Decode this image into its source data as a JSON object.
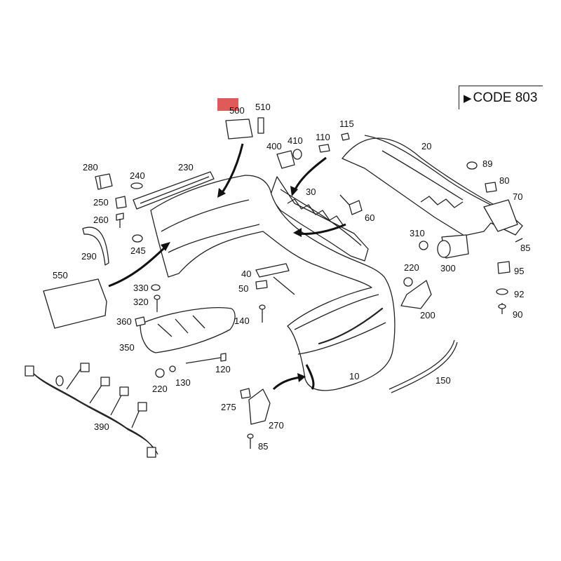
{
  "code_box": {
    "arrow": "▶",
    "text": "CODE 803"
  },
  "highlight_color": "#e05a5a",
  "labels": {
    "p500": "500",
    "p510": "510",
    "p115": "115",
    "p410": "410",
    "p110": "110",
    "p400": "400",
    "p20": "20",
    "p280": "280",
    "p240": "240",
    "p230": "230",
    "p89": "89",
    "p80": "80",
    "p30": "30",
    "p70": "70",
    "p250": "250",
    "p260": "260",
    "p60": "60",
    "p310": "310",
    "p290": "290",
    "p245": "245",
    "p85a": "85",
    "p300": "300",
    "p550": "550",
    "p40": "40",
    "p220a": "220",
    "p95": "95",
    "p50": "50",
    "p330": "330",
    "p92": "92",
    "p320": "320",
    "p200": "200",
    "p90": "90",
    "p360": "360",
    "p140": "140",
    "p350": "350",
    "p120": "120",
    "p10": "10",
    "p220b": "220",
    "p130": "130",
    "p150": "150",
    "p390": "390",
    "p275": "275",
    "p270": "270",
    "p85b": "85"
  }
}
